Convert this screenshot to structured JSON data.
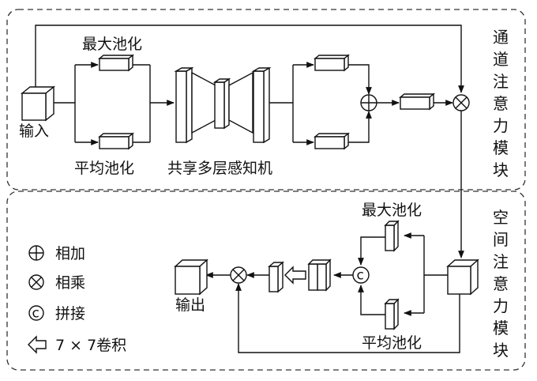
{
  "channel_module": {
    "title_chars": [
      "通",
      "道",
      "注",
      "意",
      "力",
      "模",
      "块"
    ],
    "max_pool_label": "最大池化",
    "avg_pool_label": "平均池化",
    "mlp_label": "共享多层感知机",
    "input_label": "输入"
  },
  "spatial_module": {
    "title_chars": [
      "空",
      "间",
      "注",
      "意",
      "力",
      "模",
      "块"
    ],
    "max_pool_label": "最大池化",
    "avg_pool_label": "平均池化",
    "output_label": "输出",
    "concat_symbol": "c"
  },
  "legend": [
    {
      "icon": "plus-circle-icon",
      "label": "相加"
    },
    {
      "icon": "times-circle-icon",
      "label": "相乘"
    },
    {
      "icon": "c-circle-icon",
      "label": "拼接"
    },
    {
      "icon": "left-arrow-icon",
      "label": "7 × 7卷积"
    }
  ]
}
